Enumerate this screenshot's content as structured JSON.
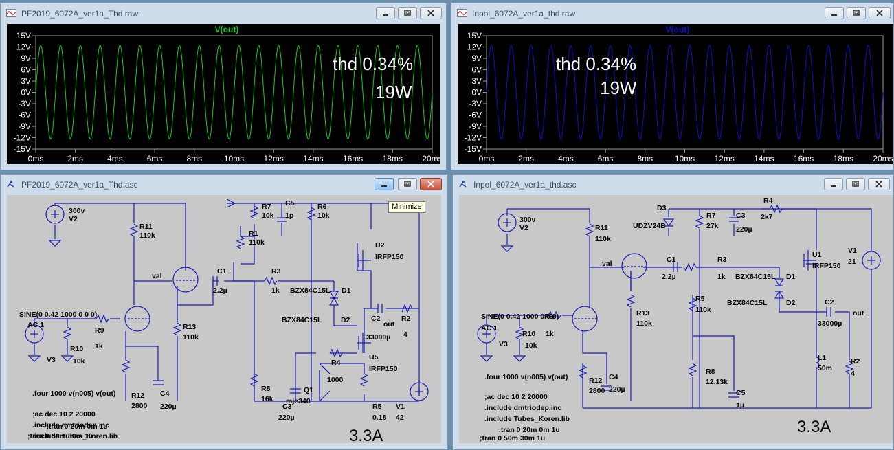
{
  "colors": {
    "trace_left": "#10d010",
    "trace_right": "#1010c8",
    "wire": "#1a1ab4",
    "bg_plot": "#000000",
    "bg_schem": "#c8c8c8"
  },
  "windows": {
    "wave_left": {
      "title": "PF2019_6072A_ver1a_Thd.raw",
      "trace": "V(out)"
    },
    "wave_right": {
      "title": "Inpol_6072A_ver1a_thd.raw",
      "trace": "V(out)"
    },
    "schem_left": {
      "title": "PF2019_6072A_ver1a_Thd.asc"
    },
    "schem_right": {
      "title": "Inpol_6072A_ver1a_thd.asc"
    }
  },
  "tooltip": "Minimize",
  "wave_left": {
    "note_thd": "thd 0.34%",
    "note_power": "19W"
  },
  "wave_right": {
    "note_thd": "thd 0.34%",
    "note_power": "19W"
  },
  "chart_data": [
    {
      "type": "line",
      "title": "V(out)",
      "xlabel": "",
      "ylabel": "",
      "x_range_ms": [
        0,
        20
      ],
      "y_range_V": [
        -15,
        15
      ],
      "x_ticks": [
        "0ms",
        "2ms",
        "4ms",
        "6ms",
        "8ms",
        "10ms",
        "12ms",
        "14ms",
        "16ms",
        "18ms",
        "20ms"
      ],
      "y_ticks": [
        "15V",
        "12V",
        "9V",
        "6V",
        "3V",
        "0V",
        "-3V",
        "-6V",
        "-9V",
        "-12V",
        "-15V"
      ],
      "series": [
        {
          "name": "V(out)",
          "waveform": "sine",
          "frequency_hz": 1000,
          "amplitude_v": 12.4,
          "offset_v": 0
        }
      ],
      "annotations": [
        "thd 0.34%",
        "19W"
      ],
      "grid": false
    },
    {
      "type": "line",
      "title": "V(out)",
      "xlabel": "",
      "ylabel": "",
      "x_range_ms": [
        0,
        20
      ],
      "y_range_V": [
        -15,
        15
      ],
      "x_ticks": [
        "0ms",
        "2ms",
        "4ms",
        "6ms",
        "8ms",
        "10ms",
        "12ms",
        "14ms",
        "16ms",
        "18ms",
        "20ms"
      ],
      "y_ticks": [
        "15V",
        "12V",
        "9V",
        "6V",
        "3V",
        "0V",
        "-3V",
        "-6V",
        "-9V",
        "-12V",
        "-15V"
      ],
      "series": [
        {
          "name": "V(out)",
          "waveform": "sine",
          "frequency_hz": 1000,
          "amplitude_v": 12.4,
          "offset_v": 0
        }
      ],
      "annotations": [
        "thd 0.34%",
        "19W"
      ],
      "grid": false
    }
  ],
  "schem_left": {
    "labels": {
      "v2_value": "300v",
      "v2_name": "V2",
      "r11_name": "R11",
      "r11_value": "110k",
      "r7_name": "R7",
      "r7_value": "10k",
      "c5_name": "C5",
      "c5_value": "1p",
      "r6_name": "R6",
      "r6_value": "10k",
      "r1_name": "R1",
      "r1_value": "110k",
      "u2_name": "U2",
      "u2_value": "IRFP150",
      "val": "val",
      "c1_name": "C1",
      "c1_value": "2.2µ",
      "r3_name": "R3",
      "r3_value": "1k",
      "d1_value": "BZX84C15L",
      "d1_name": "D1",
      "d2_value": "BZX84C15L",
      "d2_name": "D2",
      "c2_name": "C2",
      "c2_value": "33000µ",
      "out": "out",
      "r2_name": "R2",
      "r2_value": "4",
      "sine": "SINE(0 0.42 1000 0 0 0)",
      "ac": "AC 1",
      "r9_name": "R9",
      "r9_value": "1k",
      "r10_name": "R10",
      "r10_value": "10k",
      "r13_name": "R13",
      "r13_value": "110k",
      "v3_name": "V3",
      "r4_name": "R4",
      "r4_value": "1000",
      "u5_name": "U5",
      "u5_value": "IRFP150",
      "q1_name": "Q1",
      "q1_value": "mje340",
      "r8_name": "R8",
      "r8_value": "16k",
      "r12_name": "R12",
      "r12_value": "2800",
      "c4_name": "C4",
      "c4_value": "220µ",
      "c3_name": "C3",
      "c3_value": "220µ",
      "r5_name": "R5",
      "r5_value": "0.18",
      "v1_name": "V1",
      "v1_value": "42",
      "four": ".four 1000 v(n005) v(out)",
      "acdec": ";ac dec 10 2 20000",
      "inc1": ".include dmtriodep.inc",
      "inc2": ".include Tubes_Koren.lib",
      "tran1": ".tran 0 20m 0m 1u",
      "tran2": ";tran 0 50m 30m 1u",
      "current": "3.3A"
    }
  },
  "schem_right": {
    "labels": {
      "v2_value": "300v",
      "v2_name": "V2",
      "r11_name": "R11",
      "r11_value": "110k",
      "d3_name": "D3",
      "d3_value": "UDZV24B",
      "r7_name": "R7",
      "r7_value": "27k",
      "c3_name": "C3",
      "c3_value": "220µ",
      "r4_name": "R4",
      "r4_value": "2k7",
      "u1_name": "U1",
      "u1_value": "IRFP150",
      "v1_name": "V1",
      "v1_value": "21",
      "val": "val",
      "c1_name": "C1",
      "c1_value": "2.2µ",
      "r3_name": "R3",
      "r3_value": "1k",
      "d1_value": "BZX84C15L",
      "d1_name": "D1",
      "d2_value": "BZX84C15L",
      "d2_name": "D2",
      "r5_name": "R5",
      "r5_value": "110k",
      "c2_name": "C2",
      "c2_value": "33000µ",
      "out": "out",
      "sine": "SINE(0 0.42 1000 0 0 0)",
      "ac": "AC 1",
      "r9_name": "R9",
      "r9_value": "1k",
      "r10_name": "R10",
      "r10_value": "10k",
      "r13_name": "R13",
      "r13_value": "110k",
      "v3_name": "V3",
      "l1_name": "L1",
      "l1_value": "50m",
      "r2_name": "R2",
      "r2_value": "4",
      "r8_name": "R8",
      "r8_value": "12.13k",
      "r12_name": "R12",
      "r12_value": "2800",
      "c4_name": "C4",
      "c4_value": "220µ",
      "c5_name": "C5",
      "c5_value": "1µ",
      "four": ".four 1000 v(n005) v(out)",
      "acdec": ";ac dec 10 2 20000",
      "inc1": ".include dmtriodep.inc",
      "inc2": ".include Tubes_Koren.lib",
      "tran1": ".tran 0 20m 0m 1u",
      "tran2": ";tran 0 50m 30m 1u",
      "current": "3.3A"
    }
  }
}
